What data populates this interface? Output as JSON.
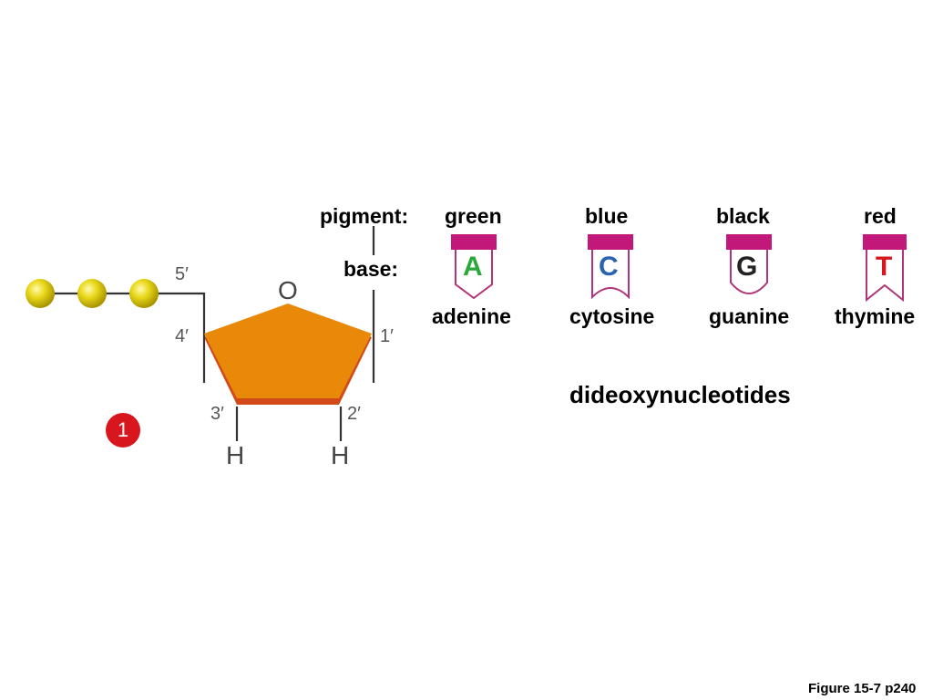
{
  "labels": {
    "pigment": "pigment:",
    "base": "base:",
    "title": "dideoxynucleotides",
    "caption": "Figure 15-7 p240",
    "step": "1"
  },
  "sugar": {
    "ring_oxygen": "O",
    "h_3": "H",
    "h_2": "H",
    "primes": {
      "p5": "5′",
      "p4": "4′",
      "p3": "3′",
      "p2": "2′",
      "p1": "1′"
    }
  },
  "nucleotides": [
    {
      "pigment": "green",
      "letter": "A",
      "name": "adenine",
      "color": "#2aa83a"
    },
    {
      "pigment": "blue",
      "letter": "C",
      "name": "cytosine",
      "color": "#2a63b0"
    },
    {
      "pigment": "black",
      "letter": "G",
      "name": "guanine",
      "color": "#222222"
    },
    {
      "pigment": "red",
      "letter": "T",
      "name": "thymine",
      "color": "#d8161e"
    }
  ],
  "colors": {
    "tag_cap": "#c2187a",
    "tag_outline": "#b0357a",
    "sugar_fill": "#e8890a",
    "sugar_edge": "#d24a18",
    "phosphate": "#e2d20a",
    "step_badge": "#d8161e"
  }
}
